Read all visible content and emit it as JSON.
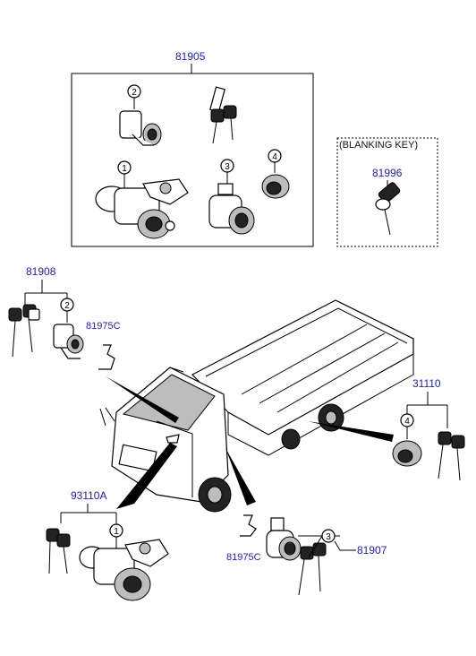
{
  "labels": {
    "p81905": "81905",
    "p81996": "81996",
    "blanking_key": "(BLANKING KEY)",
    "p81908": "81908",
    "p81975c_top": "81975C",
    "p31110": "31110",
    "p93110a": "93110A",
    "p81975c_bottom": "81975C",
    "p81907": "81907"
  },
  "callouts": {
    "c1_box": "1",
    "c2_box": "2",
    "c3_box": "3",
    "c4_box": "4",
    "c2_left": "2",
    "c4_right": "4",
    "c1_bottom": "1",
    "c3_bottom": "3"
  }
}
